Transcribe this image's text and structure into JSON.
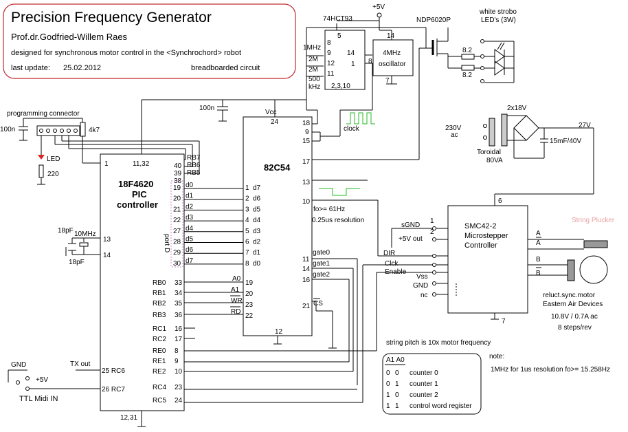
{
  "title": "Precision Frequency Generator",
  "author": "Prof.dr.Godfried-Willem Raes",
  "description": "designed for synchronous motor control in the <Synchrochord> robot",
  "update_label": "last update:",
  "update_date": "25.02.2012",
  "build_note": "breadboarded circuit",
  "labels": {
    "hct93": "74HCT93",
    "plus5v_top": "+5V",
    "ndp": "NDP6020P",
    "led_title1": "white strobo",
    "led_title2": "LED's (3W)",
    "r82a": "8.2",
    "r82b": "8.2",
    "osc1": "4MHz",
    "osc2": "oscillator",
    "f1mhz": "1MHz",
    "f2mhza": "2M",
    "f2mhzb": "2M",
    "f500a": "500",
    "f500b": "kHz",
    "p5": "5",
    "p9": "9",
    "p12": "12",
    "p11": "11",
    "p8": "8",
    "p14a": "14",
    "p1a": "1",
    "p2310": "2,3,10",
    "p14o": "14",
    "p8o": "8",
    "p7o": "7",
    "c100n_top": "100n",
    "prog": "programming connector",
    "c100n_left": "100n",
    "r4k7": "4k7",
    "led": "LED",
    "r220": "220",
    "vcc": "Vcc",
    "p24": "24",
    "chip82": "82C54",
    "p18": "18",
    "p9b": "9",
    "p15": "15",
    "p17": "17",
    "p13": "13",
    "p10": "10",
    "p11b": "11",
    "p14b": "14",
    "p16": "16",
    "p21": "21",
    "p12b": "12",
    "clock": "clock",
    "v230a": "230V",
    "v230b": "ac",
    "toroidal": "Toroidal",
    "va80": "80VA",
    "x18": "2x18V",
    "v27": "27V",
    "cap15": "15mF/40V",
    "fo61": "fo>= 61Hz",
    "res025": "0.25us resolution",
    "pic1": "18F4620",
    "pic2": "PIC",
    "pic3": "controller",
    "portd": "port D",
    "pin1": "1",
    "pin1132": "11,32",
    "pin40": "40",
    "pin39": "39",
    "pin38": "38",
    "rb7": "RB7",
    "rb6": "RB6",
    "rb5": "RB5",
    "c18a": "18pF",
    "c18b": "18pF",
    "xtal": "10MHz",
    "pin13": "13",
    "pin14": "14",
    "gnd": "GND",
    "plus5v": "+5V",
    "midi": "TTL Midi IN",
    "txout": "TX out",
    "rc6": "25 RC6",
    "rc7": "26 RC7",
    "pin1231": "12,31",
    "smc1": "SMC42-2",
    "smc2": "Microstepper",
    "smc3": "Controller",
    "smc6": "6",
    "smc7": "7",
    "sgnd": "sGND",
    "p5out": "+5V out",
    "dir": "DIR",
    "clck": "Clck",
    "enable": "Enable",
    "vss": "Vss",
    "gnd2": "GND",
    "nc": "nc",
    "s1": "1",
    "s2": "2",
    "string_plucker": "String Plucker",
    "a1": "A",
    "a2": "A",
    "b1": "B",
    "b2": "B",
    "motor1": "reluct.sync.motor",
    "motor2": "Eastern Air Devices",
    "motor3": "10.8V / 0.7A ac",
    "motor4": "8 steps/rev",
    "pitch": "string pitch is 10x motor frequency",
    "note": "note:",
    "note2": "1MHz for 1us resolution  fo>= 15.258Hz",
    "gate0": "gate0",
    "gate1": "gate1",
    "gate2": "gate2",
    "cs": "CS",
    "a0": "A0",
    "a1c": "A1",
    "wr": "WR",
    "rd": "RD",
    "p19": "19",
    "p20": "20",
    "p23": "23",
    "p22": "22"
  },
  "pic_port_d": [
    {
      "name": "d0",
      "pin": "19"
    },
    {
      "name": "d1",
      "pin": "20"
    },
    {
      "name": "d2",
      "pin": "21"
    },
    {
      "name": "d3",
      "pin": "22"
    },
    {
      "name": "d4",
      "pin": "27"
    },
    {
      "name": "d5",
      "pin": "28"
    },
    {
      "name": "d6",
      "pin": "29"
    },
    {
      "name": "d7",
      "pin": "30"
    }
  ],
  "chip_data": [
    {
      "pin": "1",
      "name": "d7"
    },
    {
      "pin": "2",
      "name": "d6"
    },
    {
      "pin": "3",
      "name": "d5"
    },
    {
      "pin": "4",
      "name": "d4"
    },
    {
      "pin": "5",
      "name": "d3"
    },
    {
      "pin": "6",
      "name": "d2"
    },
    {
      "pin": "7",
      "name": "d1"
    },
    {
      "pin": "8",
      "name": "d0"
    }
  ],
  "pic_io": [
    {
      "name": "RB0",
      "pin": "33"
    },
    {
      "name": "RB1",
      "pin": "34"
    },
    {
      "name": "RB2",
      "pin": "35"
    },
    {
      "name": "RB3",
      "pin": "36"
    },
    {
      "name": "RC1",
      "pin": "16"
    },
    {
      "name": "RC2",
      "pin": "17"
    },
    {
      "name": "RE0",
      "pin": "8"
    },
    {
      "name": "RE1",
      "pin": "9"
    },
    {
      "name": "RE2",
      "pin": "10"
    },
    {
      "name": "RC4",
      "pin": "23"
    },
    {
      "name": "RC5",
      "pin": "24"
    }
  ],
  "table": {
    "header": "A1 A0",
    "rows": [
      {
        "a1": "0",
        "a0": "0",
        "desc": "counter 0"
      },
      {
        "a1": "0",
        "a0": "1",
        "desc": "counter 1"
      },
      {
        "a1": "1",
        "a0": "0",
        "desc": "counter 2"
      },
      {
        "a1": "1",
        "a0": "1",
        "desc": "control word register"
      }
    ]
  },
  "colors": {
    "title_frame": "#c0282d",
    "signal": "#22bb22",
    "led": "#dd2222",
    "plucker": "#e8a0a0",
    "pin_dots": "#cc88cc"
  }
}
